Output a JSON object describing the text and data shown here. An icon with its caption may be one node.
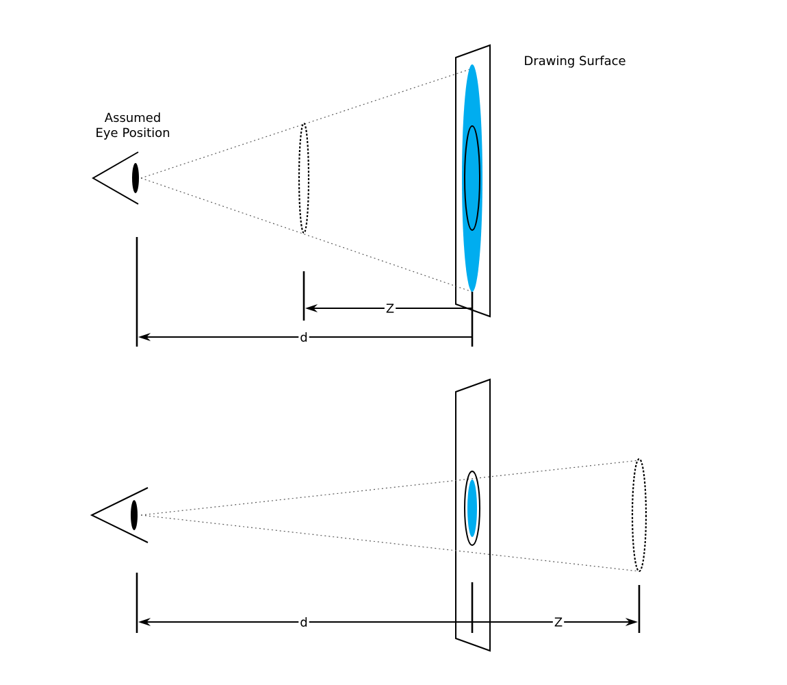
{
  "diagram": {
    "labels": [
      "Drawing Surface",
      "Assumed Eye Position",
      "Z",
      "d",
      "d",
      "Z"
    ]
  }
}
